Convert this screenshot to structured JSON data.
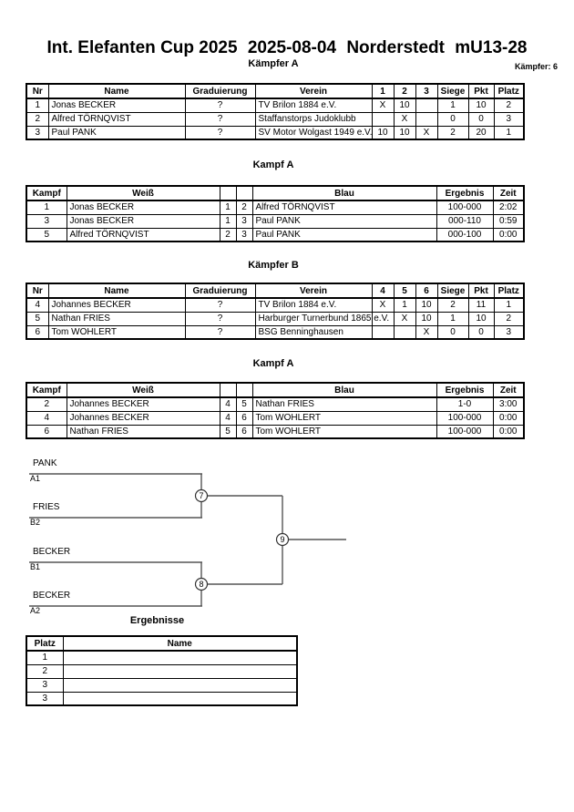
{
  "header": {
    "event": "Int. Elefanten Cup 2025",
    "date": "2025-08-04",
    "location": "Norderstedt",
    "category": "mU13-28",
    "fighters_label": "Kämpfer: 6"
  },
  "pool_a": {
    "caption": "Kämpfer A",
    "columns": [
      "Nr",
      "Name",
      "Graduierung",
      "Verein",
      "1",
      "2",
      "3",
      "Siege",
      "Pkt",
      "Platz"
    ],
    "rows": [
      {
        "nr": "1",
        "name": "Jonas BECKER",
        "grad": "?",
        "verein": "TV Brilon 1884 e.V.",
        "m1": "X",
        "m2": "10",
        "m3": "",
        "siege": "1",
        "pkt": "10",
        "platz": "2"
      },
      {
        "nr": "2",
        "name": "Alfred TÖRNQVIST",
        "grad": "?",
        "verein": "Staffanstorps Judoklubb",
        "m1": "",
        "m2": "X",
        "m3": "",
        "siege": "0",
        "pkt": "0",
        "platz": "3"
      },
      {
        "nr": "3",
        "name": "Paul PANK",
        "grad": "?",
        "verein": "SV Motor Wolgast 1949 e.V.",
        "m1": "10",
        "m2": "10",
        "m3": "X",
        "siege": "2",
        "pkt": "20",
        "platz": "1"
      }
    ]
  },
  "kampf_a1": {
    "caption": "Kampf A",
    "columns": [
      "Kampf",
      "Weiß",
      "",
      "",
      "Blau",
      "Ergebnis",
      "Zeit"
    ],
    "rows": [
      {
        "kampf": "1",
        "weiss": "Jonas BECKER",
        "weiss_bold": true,
        "n1": "1",
        "n2": "2",
        "blau": "Alfred TÖRNQVIST",
        "blau_bold": false,
        "ergebnis": "100-000",
        "zeit": "2:02"
      },
      {
        "kampf": "3",
        "weiss": "Jonas BECKER",
        "weiss_bold": false,
        "n1": "1",
        "n2": "3",
        "blau": "Paul PANK",
        "blau_bold": true,
        "ergebnis": "000-110",
        "zeit": "0:59"
      },
      {
        "kampf": "5",
        "weiss": "Alfred TÖRNQVIST",
        "weiss_bold": false,
        "n1": "2",
        "n2": "3",
        "blau": "Paul PANK",
        "blau_bold": true,
        "ergebnis": "000-100",
        "zeit": "0:00"
      }
    ]
  },
  "pool_b": {
    "caption": "Kämpfer B",
    "columns": [
      "Nr",
      "Name",
      "Graduierung",
      "Verein",
      "4",
      "5",
      "6",
      "Siege",
      "Pkt",
      "Platz"
    ],
    "rows": [
      {
        "nr": "4",
        "name": "Johannes BECKER",
        "grad": "?",
        "verein": "TV Brilon 1884 e.V.",
        "m1": "X",
        "m2": "1",
        "m3": "10",
        "siege": "2",
        "pkt": "11",
        "platz": "1"
      },
      {
        "nr": "5",
        "name": "Nathan FRIES",
        "grad": "?",
        "verein": "Harburger Turnerbund 1865 e.V.",
        "m1": "",
        "m2": "X",
        "m3": "10",
        "siege": "1",
        "pkt": "10",
        "platz": "2"
      },
      {
        "nr": "6",
        "name": "Tom WOHLERT",
        "grad": "?",
        "verein": "BSG Benninghausen",
        "m1": "",
        "m2": "",
        "m3": "X",
        "siege": "0",
        "pkt": "0",
        "platz": "3"
      }
    ]
  },
  "kampf_a2": {
    "caption": "Kampf A",
    "columns": [
      "Kampf",
      "Weiß",
      "",
      "",
      "Blau",
      "Ergebnis",
      "Zeit"
    ],
    "rows": [
      {
        "kampf": "2",
        "weiss": "Johannes BECKER",
        "weiss_bold": true,
        "n1": "4",
        "n2": "5",
        "blau": "Nathan FRIES",
        "blau_bold": false,
        "ergebnis": "1-0",
        "zeit": "3:00"
      },
      {
        "kampf": "4",
        "weiss": "Johannes BECKER",
        "weiss_bold": true,
        "n1": "4",
        "n2": "6",
        "blau": "Tom WOHLERT",
        "blau_bold": false,
        "ergebnis": "100-000",
        "zeit": "0:00"
      },
      {
        "kampf": "6",
        "weiss": "Nathan FRIES",
        "weiss_bold": true,
        "n1": "5",
        "n2": "6",
        "blau": "Tom WOHLERT",
        "blau_bold": false,
        "ergebnis": "100-000",
        "zeit": "0:00"
      }
    ]
  },
  "bracket": {
    "slots": [
      {
        "name": "PANK",
        "seed": "A1"
      },
      {
        "name": "FRIES",
        "seed": "B2"
      },
      {
        "name": "BECKER",
        "seed": "B1"
      },
      {
        "name": "BECKER",
        "seed": "A2"
      }
    ],
    "nodes": [
      {
        "id": "7"
      },
      {
        "id": "8"
      },
      {
        "id": "9"
      }
    ]
  },
  "results": {
    "caption": "Ergebnisse",
    "columns": [
      "Platz",
      "Name"
    ],
    "rows": [
      {
        "platz": "1",
        "name": ""
      },
      {
        "platz": "2",
        "name": ""
      },
      {
        "platz": "3",
        "name": ""
      },
      {
        "platz": "3",
        "name": ""
      }
    ]
  }
}
